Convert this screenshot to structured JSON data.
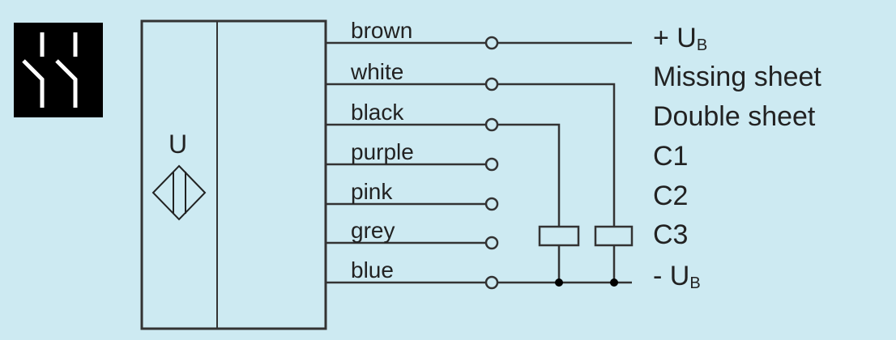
{
  "sensor": {
    "symbol_label": "U"
  },
  "wires": [
    {
      "color": "brown",
      "terminal": "+ U",
      "terminal_sub": "B"
    },
    {
      "color": "white",
      "terminal": "Missing sheet",
      "terminal_sub": ""
    },
    {
      "color": "black",
      "terminal": "Double sheet",
      "terminal_sub": ""
    },
    {
      "color": "purple",
      "terminal": "C1",
      "terminal_sub": ""
    },
    {
      "color": "pink",
      "terminal": "C2",
      "terminal_sub": ""
    },
    {
      "color": "grey",
      "terminal": "C3",
      "terminal_sub": ""
    },
    {
      "color": "blue",
      "terminal": "- U",
      "terminal_sub": "B"
    }
  ],
  "colors": {
    "background": "#cdeaf2",
    "line": "#222222"
  }
}
